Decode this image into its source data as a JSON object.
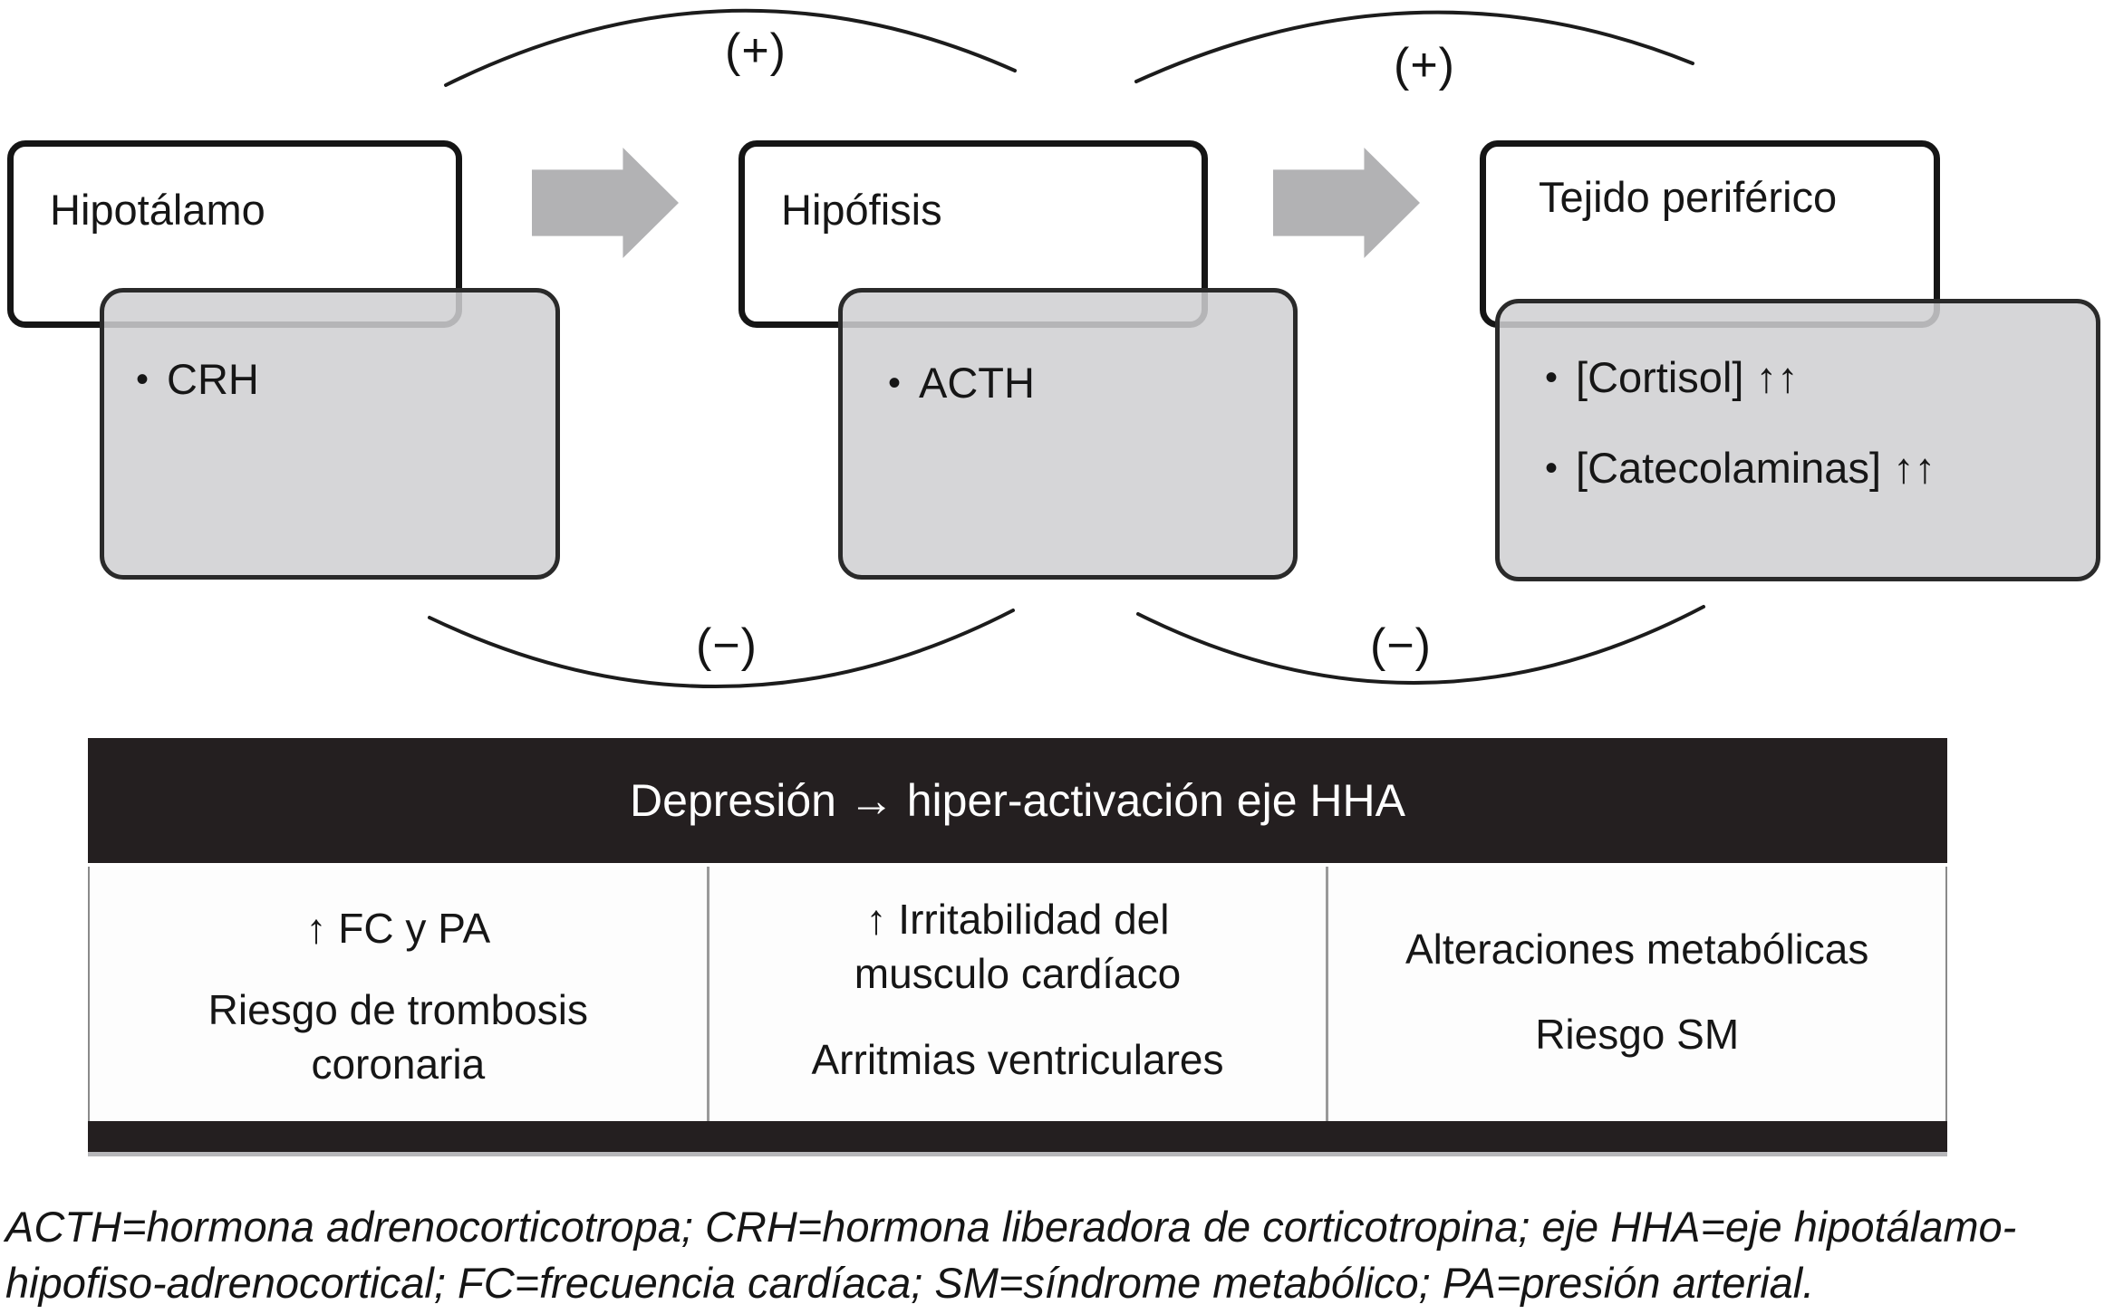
{
  "colors": {
    "box_border": "#151515",
    "panel_fill": "#d2d2d4",
    "panel_border": "#2a2a2a",
    "arrow_fill": "#b2b2b4",
    "bar_fill": "#241f20",
    "header_text": "#ffffff"
  },
  "diagram": {
    "nodes": [
      {
        "label": "Hipotálamo",
        "items": [
          {
            "bullet": "•",
            "text": "CRH"
          }
        ]
      },
      {
        "label": "Hipófisis",
        "items": [
          {
            "bullet": "•",
            "text": "ACTH"
          }
        ]
      },
      {
        "label": "Tejido periférico",
        "items": [
          {
            "bullet": "•",
            "text": "[Cortisol] ↑↑"
          },
          {
            "bullet": "•",
            "text": "[Catecolaminas] ↑↑"
          }
        ]
      }
    ],
    "positive_label": "(+)",
    "negative_label": "(−)"
  },
  "table": {
    "header": "Depresión → hiper-activación eje HHA",
    "columns": [
      {
        "lines": [
          "↑ FC y PA",
          "Riesgo de trombosis coronaria"
        ]
      },
      {
        "lines": [
          "↑ Irritabilidad del musculo cardíaco",
          "Arritmias ventriculares"
        ]
      },
      {
        "lines": [
          "Alteraciones metabólicas",
          "Riesgo SM"
        ]
      }
    ]
  },
  "footnote": {
    "line1": "ACTH=hormona adrenocorticotropa; CRH=hormona liberadora de corticotropina; eje HHA=eje hipotálamo-",
    "line2": "hipofiso-adrenocortical; FC=frecuencia cardíaca; SM=síndrome metabólico; PA=presión arterial."
  }
}
